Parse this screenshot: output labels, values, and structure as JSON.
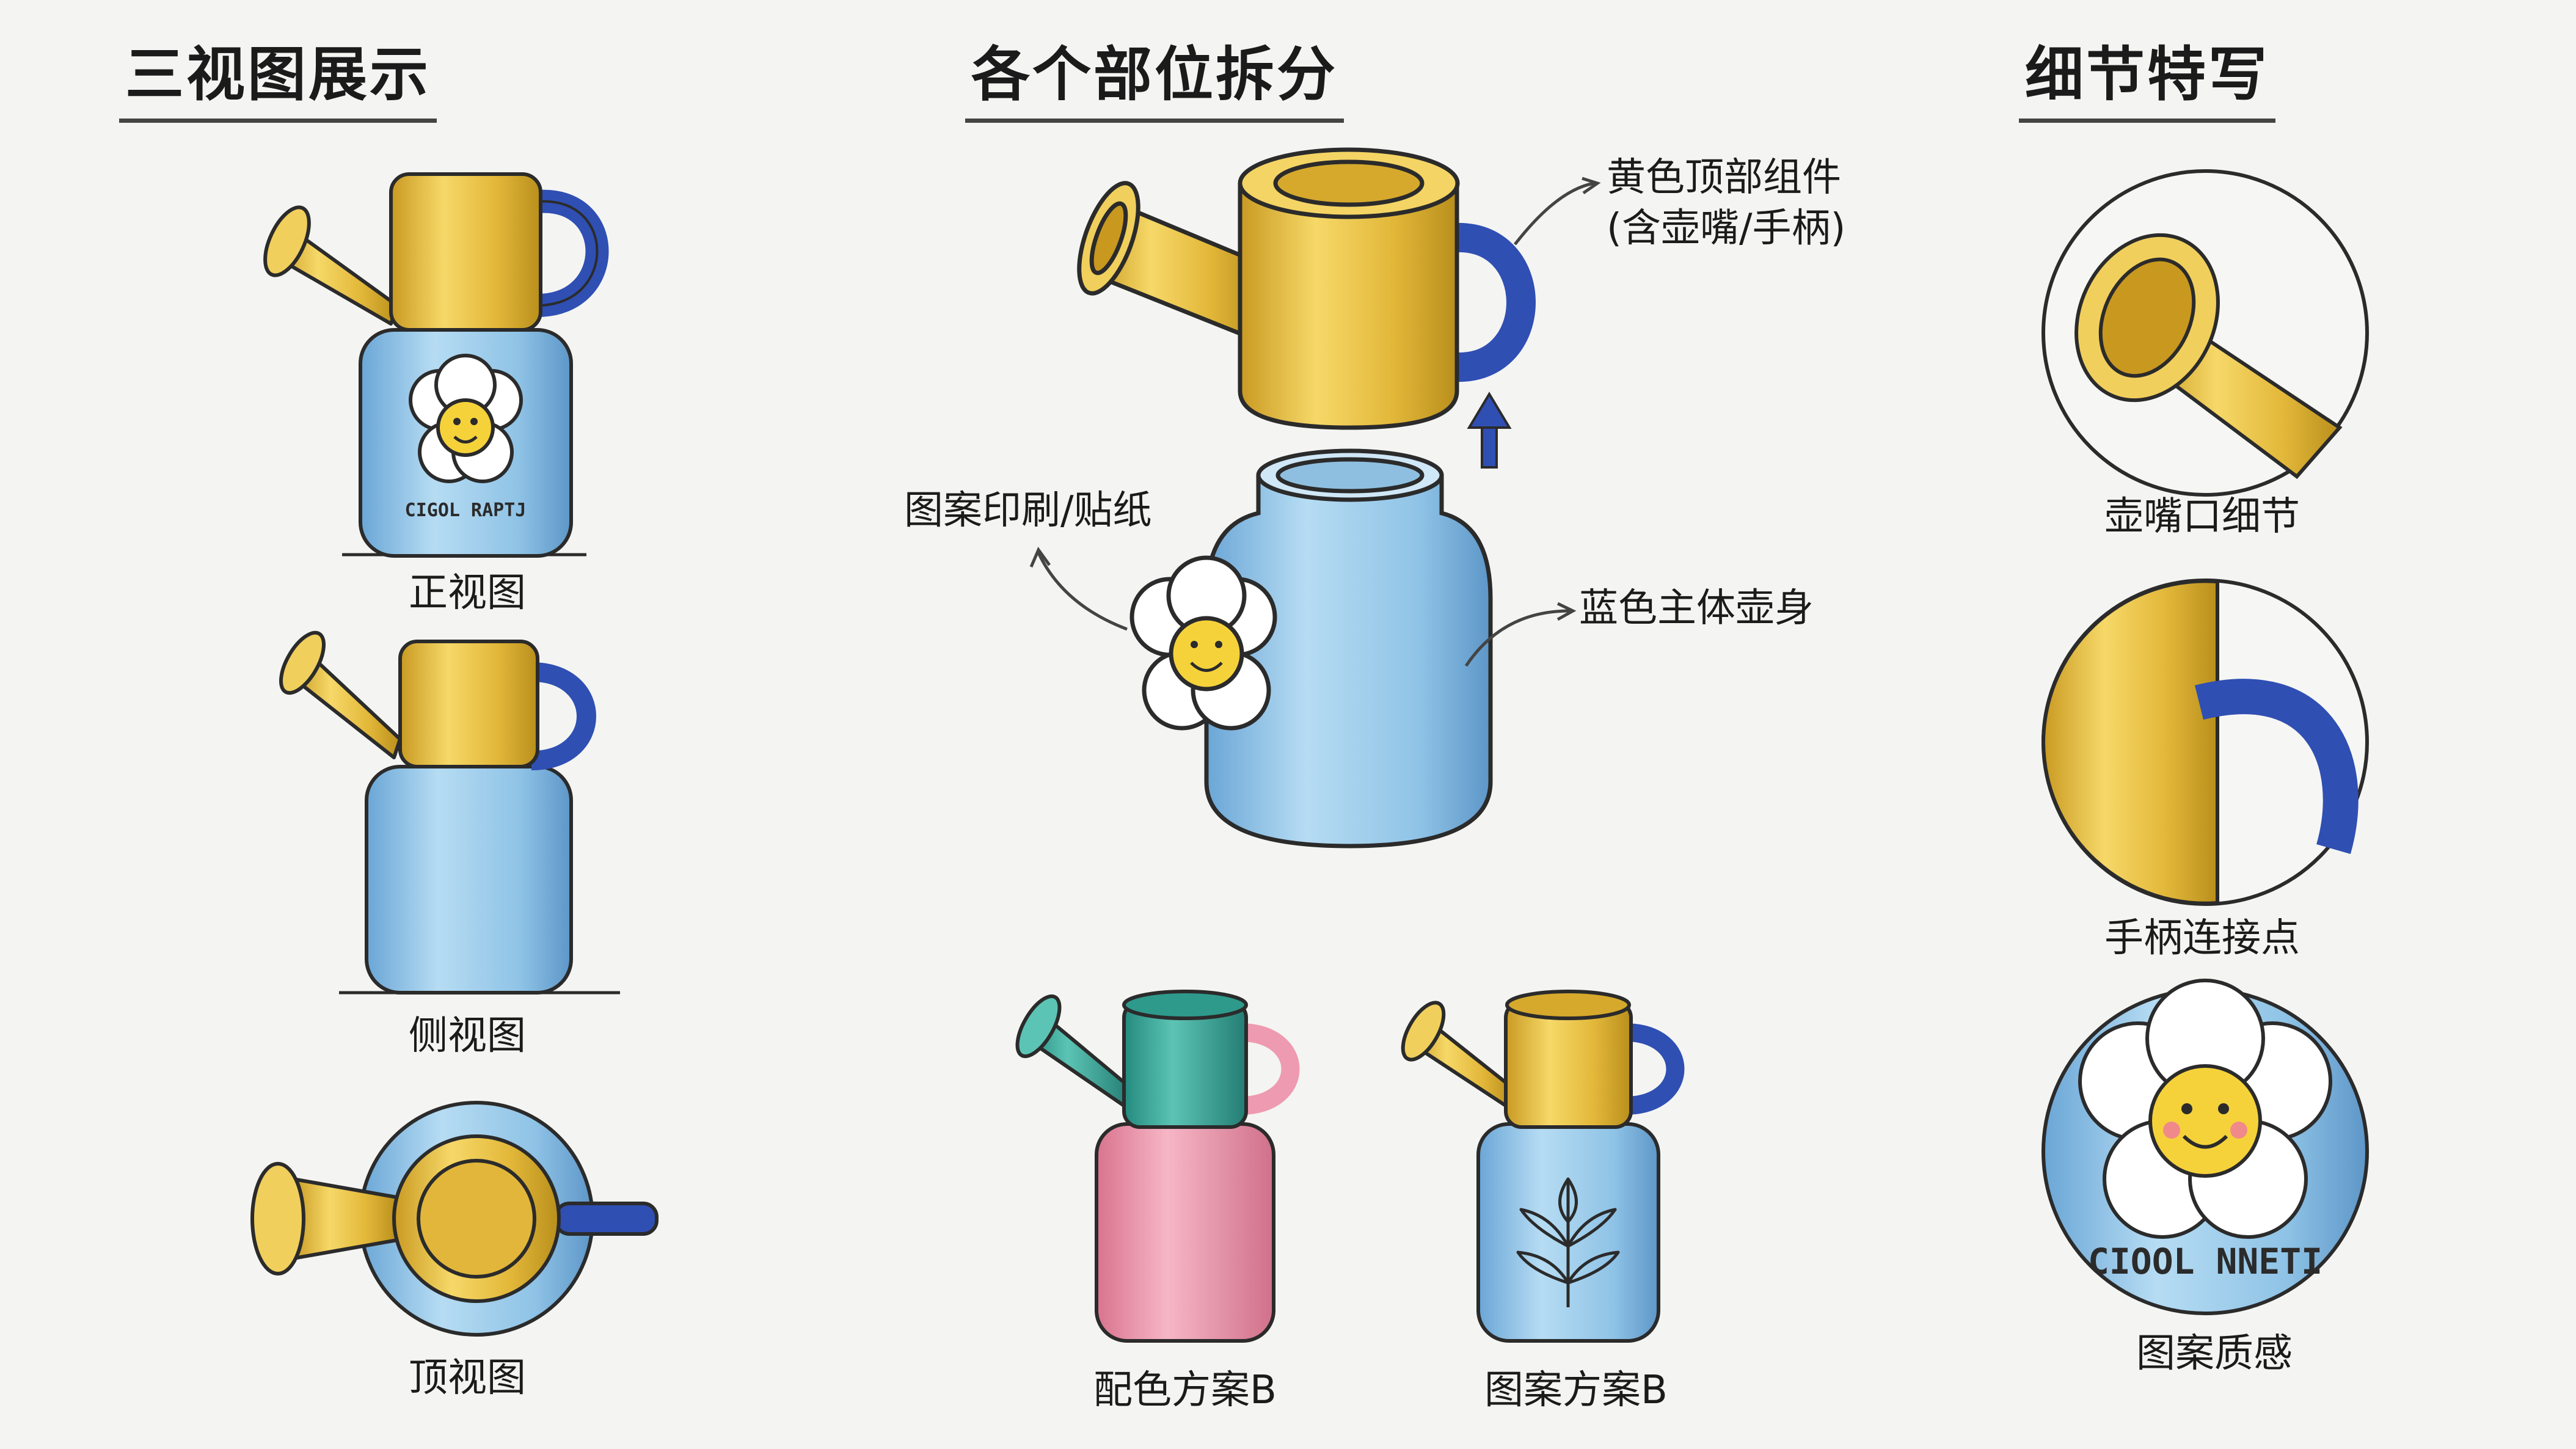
{
  "headings": {
    "three_views": "三视图展示",
    "parts_breakdown": "各个部位拆分",
    "detail_closeup": "细节特写"
  },
  "view_labels": {
    "front": "正视图",
    "side": "侧视图",
    "top": "顶视图"
  },
  "callouts": {
    "yellow_top_line1": "黄色顶部组件",
    "yellow_top_line2": "(含壶嘴/手柄)",
    "pattern_print": "图案印刷/贴纸",
    "blue_body": "蓝色主体壶身"
  },
  "variant_labels": {
    "color_scheme": "配色方案B",
    "pattern_scheme": "图案方案B"
  },
  "detail_labels": {
    "spout_mouth": "壶嘴口细节",
    "handle_joint": "手柄连接点",
    "pattern_texture": "图案质感"
  },
  "sticker_text": {
    "front_view": "CIGOL RAPTJ",
    "detail": "CIOOL NNETI"
  },
  "colors": {
    "yellow": "#e8c247",
    "yellow_dark": "#b98f1c",
    "blue_body": "#8fc3e6",
    "blue_handle": "#2f4fb3",
    "teal": "#3aa89a",
    "pink": "#ee9ab0",
    "ink": "#2b2b2b"
  }
}
